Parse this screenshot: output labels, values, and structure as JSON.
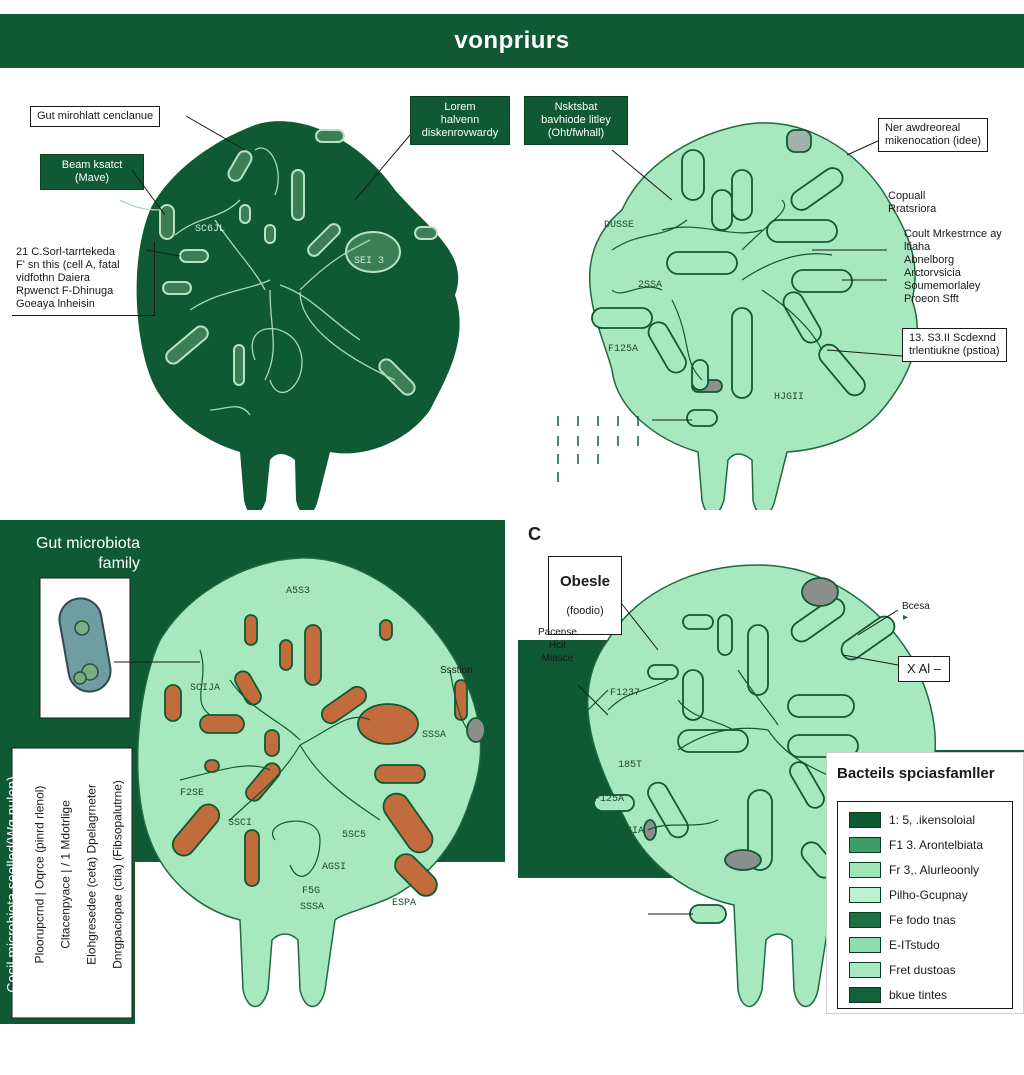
{
  "title": "vonpriurs",
  "colors": {
    "dark_green": "#0f5a32",
    "mint": "#9ee6b8",
    "bacteria_orange": "#c26b3c",
    "bacteria_gray": "#8a8f8c"
  },
  "panel_a": {
    "callouts": {
      "gut_conclusion": "Gut mirohlatt cenclanue",
      "beam_kseket": "Beam ksatct\n(Mave)",
      "lorem": "Lorem\nhalvenn\ndiskenrovwardy",
      "side_note": "21 C.Sorl-tarrtekeda\nF' sn this (cell A, fatal\nvidfothn Daiera\nRpwenct F-Dhinuga\nGoeaya lnheisin"
    },
    "mini_labels": [
      "SC6JL",
      "SEI 3"
    ]
  },
  "panel_b": {
    "callouts": {
      "header": "Nsktsbat\nbavhiode litley\n(Oht/fwhall)",
      "right_top": "Ner awdreoreal\nmikenocation (idee)",
      "coputl": "Copuall\nRratsriora",
      "right_mid": "Coult Mrkestrnce ay\nltiaha\nAbnelborg\nArctorvsicia\nSoumemorlaley\nProeon Sfft",
      "right_box": "13. S3.II Scdexnd\ntrlentiukne (pstioa)"
    },
    "mini_labels": [
      "DUSSE",
      "2SSA",
      "F125A",
      "HJGII"
    ]
  },
  "panel_c": {
    "title": "Gut microbiota\nfamily",
    "vertical_main": "Cocil microbiota seelled(Wg.nulen)",
    "vertical_cols": [
      "Ploorupcrnd | Oqrce (pinrd rlenol)",
      "Cltacenpyace | / 1 Mdotrlige",
      "Elohgresedee (ceta) Dpelagrneter",
      "Dnrgpaciopae (ctia) (Fibsopalutrne)"
    ],
    "mini_labels": [
      "A5S3",
      "SCIJA",
      "F2SE",
      "SSCI",
      "5SC5",
      "SSSA",
      "F5G",
      "ESPA",
      "AGSI",
      "SSSA"
    ],
    "side_label": "Ssstion"
  },
  "panel_d": {
    "letter": "C",
    "obese": "Obesle",
    "obese_sub": "(foodio)",
    "left_labels": "Pacense\nHcit\nMiasce",
    "right_top": "Bcesa",
    "xai": "X Al –",
    "mini_labels": [
      "F1237",
      "185T",
      "F125A",
      "F16SIA"
    ]
  },
  "legend": {
    "title": "Bacteils spciasfamller",
    "items": [
      {
        "label": "1: 5, .ikensoloial",
        "color": "#0f5a32"
      },
      {
        "label": "F1 3. Arontelbiata",
        "color": "#3f9e68"
      },
      {
        "label": "Fr 3,. Alurleoonly",
        "color": "#9ee6b8"
      },
      {
        "label": "Pilho-Gcupnay",
        "color": "#bdf0cf"
      },
      {
        "label": "Fe fodo tnas",
        "color": "#1e6f42"
      },
      {
        "label": "E-ITstudo",
        "color": "#8fdcae"
      },
      {
        "label": "Fret dustoas",
        "color": "#a8e9c1"
      },
      {
        "label": "bkue tintes",
        "color": "#15603a"
      }
    ]
  }
}
